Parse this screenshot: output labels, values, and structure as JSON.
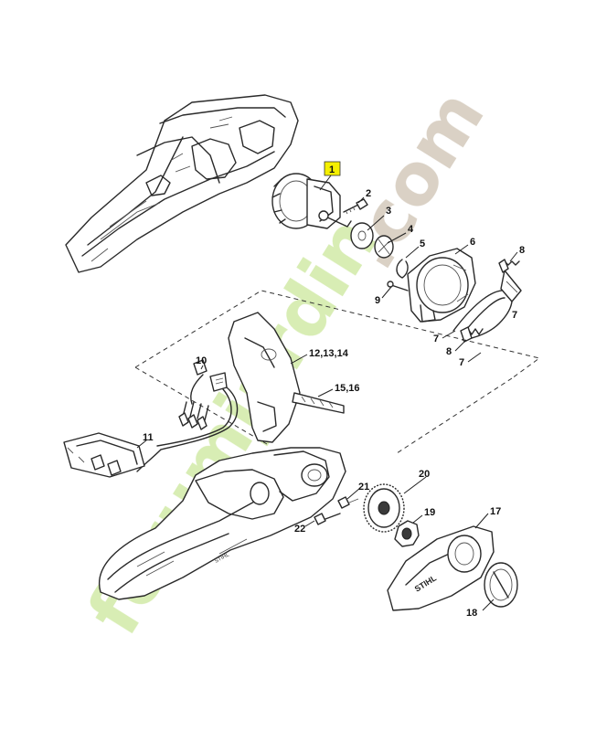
{
  "highlight_color": "#f5f000",
  "watermark": {
    "text_main": "forumjardin",
    "text_ext": ".com",
    "color_main": "#d6ecb0",
    "color_accent": "#f6c38a",
    "color_ext": "#d8cfc2"
  },
  "callouts": {
    "c1": "1",
    "c2": "2",
    "c3": "3",
    "c4": "4",
    "c5": "5",
    "c6": "6",
    "c7a": "7",
    "c7b": "7",
    "c7c": "7",
    "c8a": "8",
    "c8b": "8",
    "c9": "9",
    "c10": "10",
    "c11": "11",
    "c12": "12,13,14",
    "c15": "15,16",
    "c17": "17",
    "c18": "18",
    "c19": "19",
    "c20": "20",
    "c21": "21",
    "c22": "22"
  },
  "brand_marks": {
    "cover_logo": "STIHL",
    "housing_logo": "STIHL"
  }
}
